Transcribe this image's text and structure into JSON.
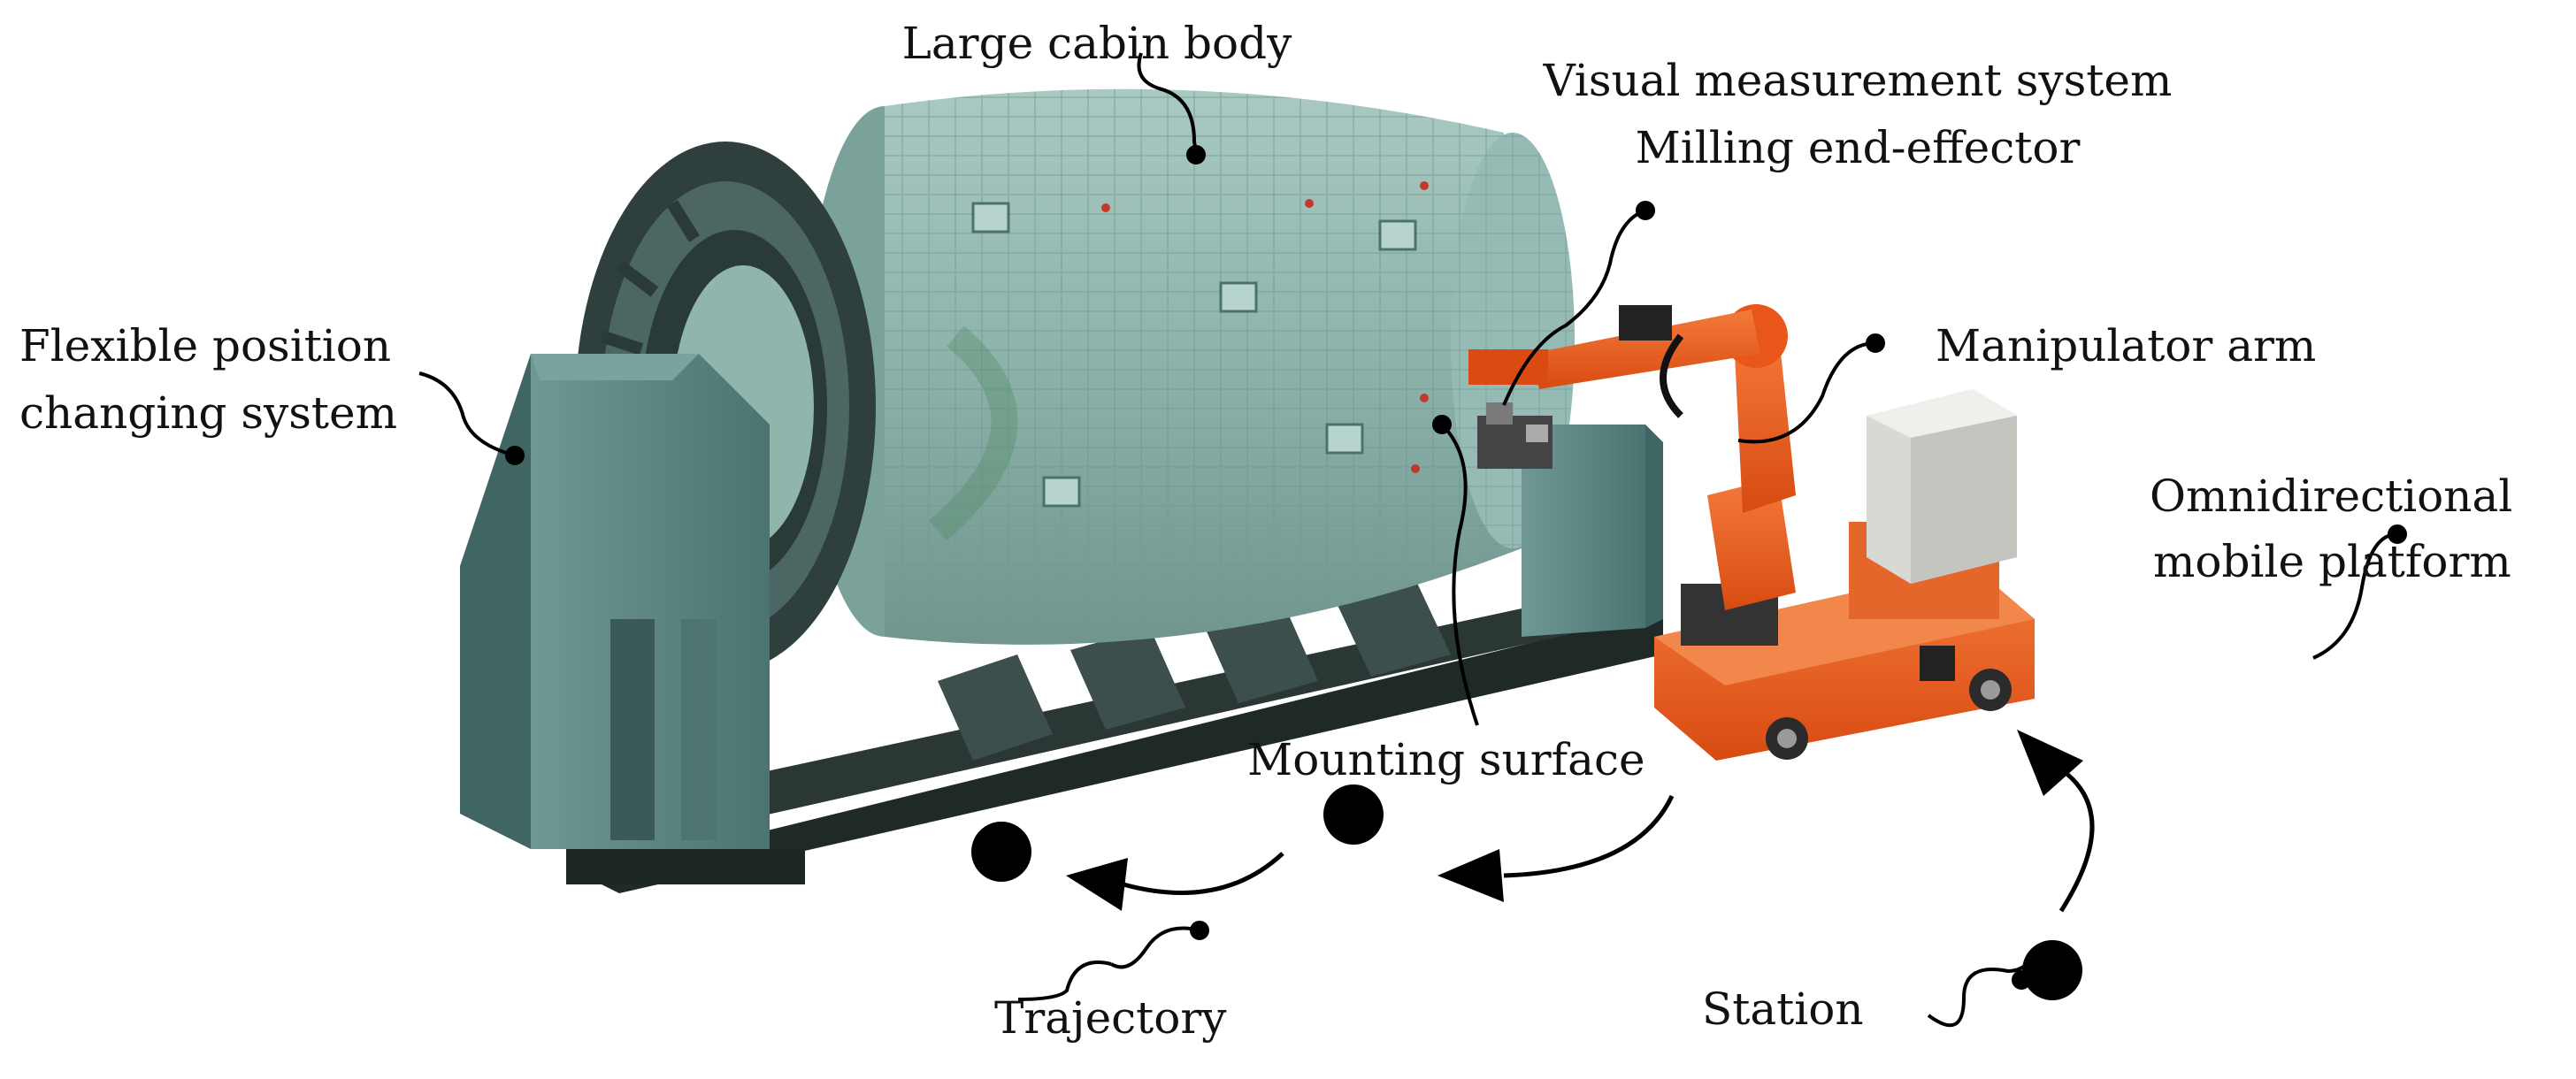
{
  "labels": {
    "large_cabin_body": "Large cabin body",
    "visual_measurement_system": "Visual measurement system",
    "milling_end_effector": "Milling end-effector",
    "flexible_position_line1": "Flexible position",
    "flexible_position_line2": "changing system",
    "manipulator_arm": "Manipulator arm",
    "omnidirectional_line1": "Omnidirectional",
    "omnidirectional_line2": "mobile platform",
    "mounting_surface": "Mounting surface",
    "trajectory": "Trajectory",
    "station": "Station"
  },
  "colors": {
    "cabin_body": "#8fb5ad",
    "cabin_grid": "#5f8880",
    "positioner": "#5b8480",
    "positioner_dark": "#3a5a57",
    "rail": "#1f2a28",
    "robot_orange": "#e8561a",
    "robot_dark": "#2a2a2a",
    "cabinet": "#d9d9d4",
    "leader_line": "#000000"
  }
}
